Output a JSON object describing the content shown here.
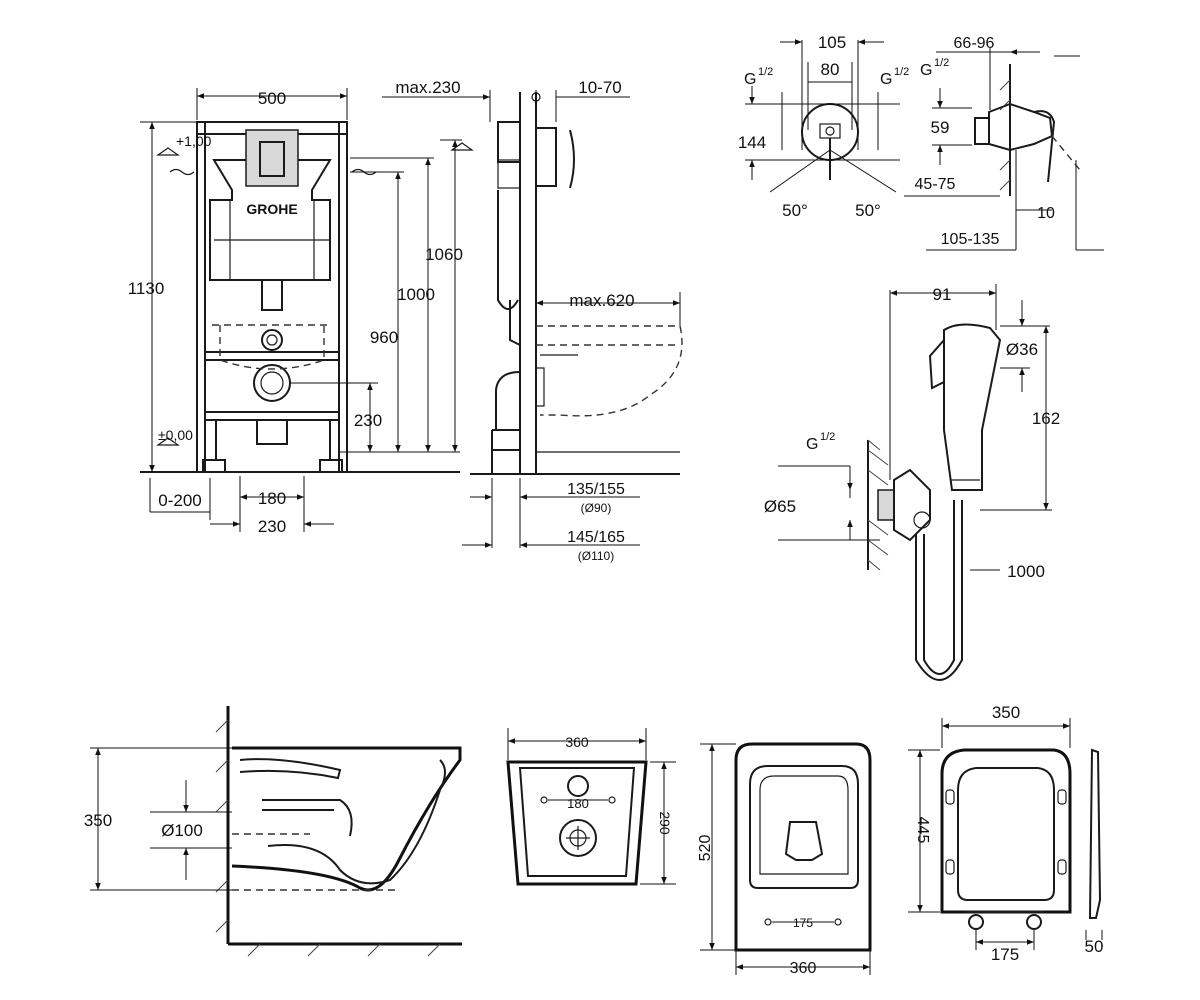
{
  "frame_view": {
    "width": "500",
    "height_total": "1130",
    "level_top": "+1,00",
    "level_floor": "±0,00",
    "h_1060": "1060",
    "h_1000": "1000",
    "h_960": "960",
    "h_230": "230",
    "w_0_200": "0-200",
    "w_180": "180",
    "w_230": "230",
    "brand": "GROHE"
  },
  "side_view": {
    "max_230": "max.230",
    "depth_10_70": "10-70",
    "max_620": "max.620",
    "d_135_155": "135/155",
    "d_90": "(Ø90)",
    "d_145_165": "145/165",
    "d_110": "(Ø110)"
  },
  "valve_view": {
    "w_105": "105",
    "w_80": "80",
    "g_left": "G",
    "g_right": "G",
    "g_side": "G",
    "thread_frac": "1/2",
    "h_144": "144",
    "h_59": "59",
    "d_66_96": "66-96",
    "d_45_75": "45-75",
    "angle_left": "50°",
    "angle_right": "50°",
    "d_10": "10",
    "d_105_135": "105-135"
  },
  "spray_view": {
    "w_91": "91",
    "dia_36": "Ø36",
    "h_162": "162",
    "g_thread": "G",
    "thread_frac": "1/2",
    "dia_65": "Ø65",
    "hose_1000": "1000"
  },
  "bowl_side": {
    "height_350": "350",
    "dia_100": "Ø100"
  },
  "bowl_back": {
    "width_360": "360",
    "depth_290": "290",
    "spacing_180": "180"
  },
  "bowl_top": {
    "length_520": "520",
    "width_360": "360",
    "spacing_175": "175"
  },
  "seat_view": {
    "width_350": "350",
    "length_445": "445",
    "spacing_175": "175",
    "thickness_50": "50"
  }
}
